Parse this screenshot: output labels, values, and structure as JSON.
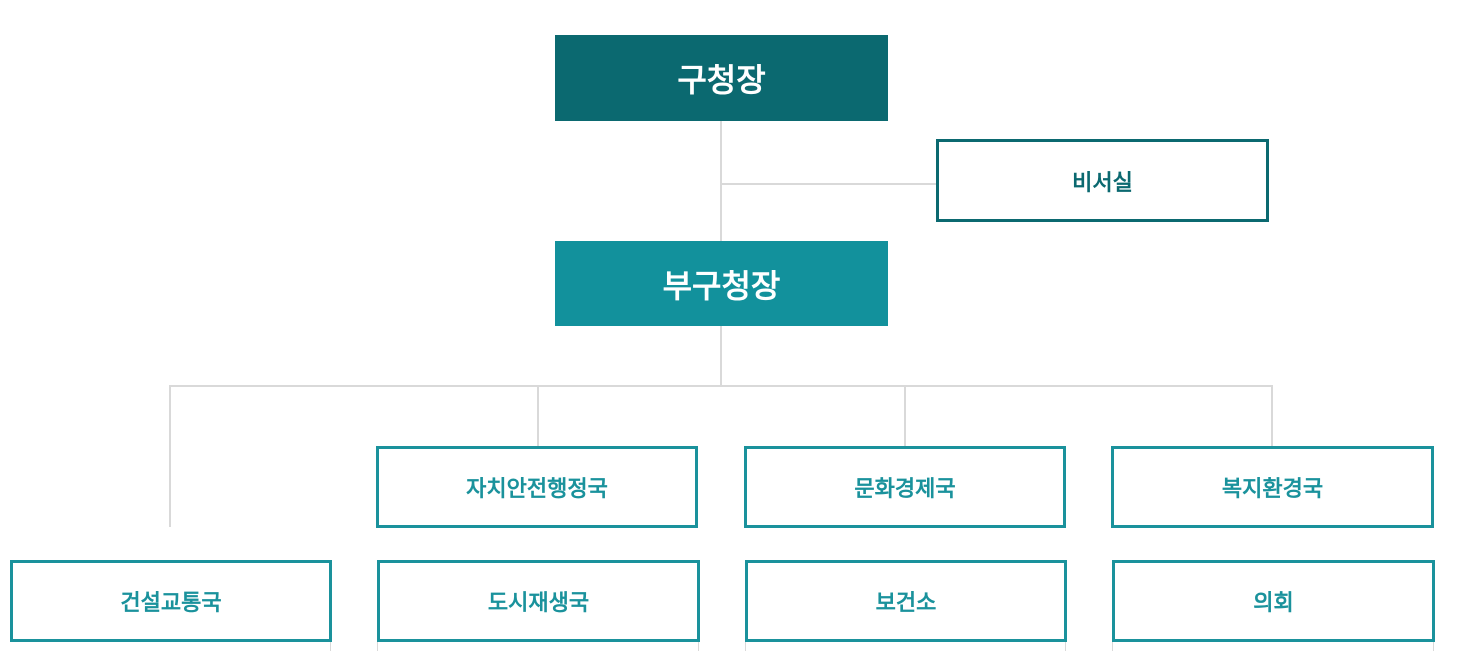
{
  "org_chart": {
    "head": {
      "label": "구청장"
    },
    "secretary": {
      "label": "비서실"
    },
    "deputy": {
      "label": "부구청장"
    },
    "bureaus": [
      {
        "label": "자치안전행정국"
      },
      {
        "label": "문화경제국"
      },
      {
        "label": "복지환경국"
      },
      {
        "label": "건설교통국"
      },
      {
        "label": "도시재생국"
      },
      {
        "label": "보건소"
      },
      {
        "label": "의회"
      }
    ]
  },
  "colors": {
    "head_bg": "#0b6970",
    "deputy_bg": "#12919c",
    "secretary_border": "#0b6970",
    "dept_border": "#1a929c",
    "connector": "#d9d9d9"
  }
}
